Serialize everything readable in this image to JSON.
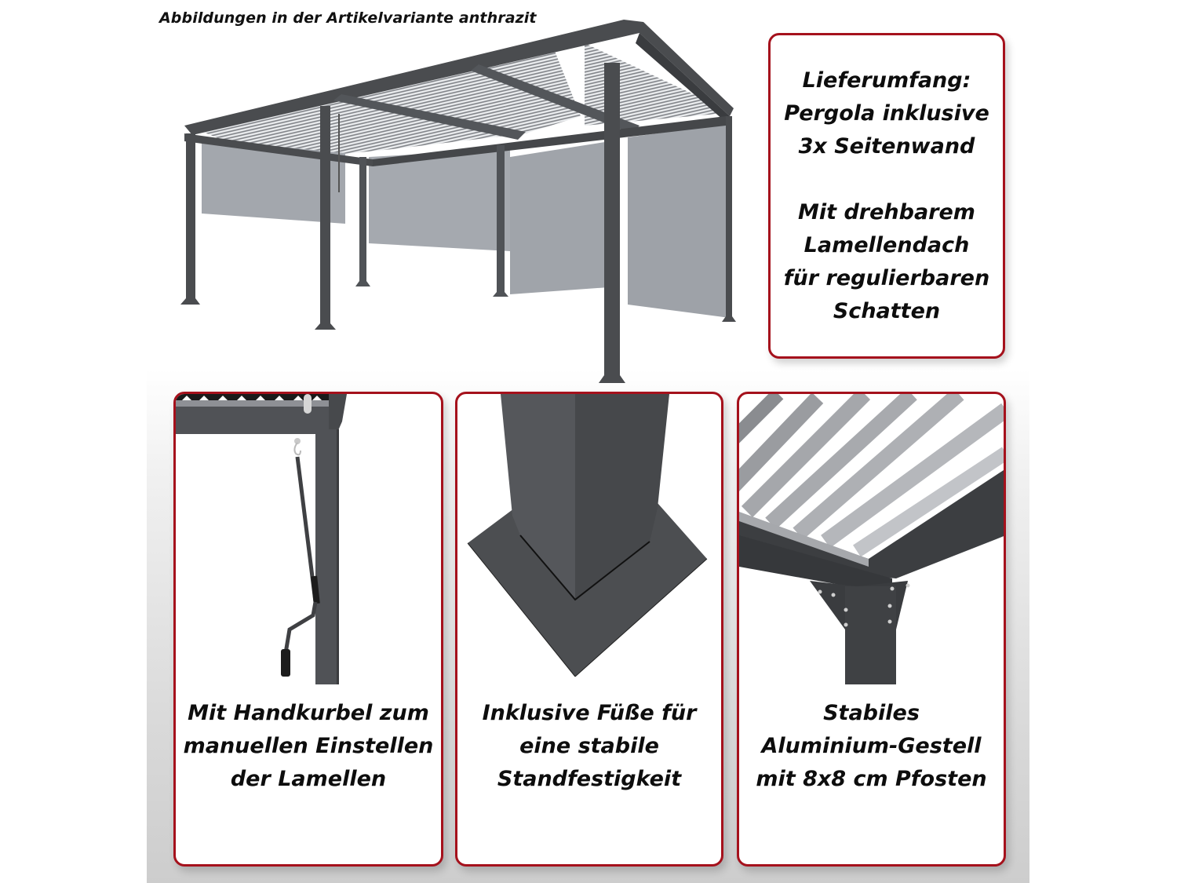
{
  "header": {
    "caption": "Abbildungen in der Artikelvariante anthrazit"
  },
  "hero_image": {
    "subject": "pergola-anthrazit-with-3-sidewalls",
    "frame_color": "#4a4c4f",
    "wall_color": "#a3a7ad",
    "louver_color": "#c9ccd0"
  },
  "info_box": {
    "lines_1": [
      "Lieferumfang:",
      "Pergola inklusive",
      "3x Seitenwand"
    ],
    "lines_2": [
      "Mit drehbarem",
      "Lamellendach",
      "für regulierbaren",
      "Schatten"
    ]
  },
  "feature_cards": [
    {
      "image": "hand-crank-detail",
      "lines": [
        "Mit Handkurbel zum",
        "manuellen Einstellen",
        "der Lamellen"
      ]
    },
    {
      "image": "post-foot-detail",
      "lines": [
        "Inklusive Füße für",
        "eine stabile",
        "Standfestigkeit"
      ]
    },
    {
      "image": "aluminium-frame-corner-detail",
      "lines": [
        "Stabiles",
        "Aluminium-Gestell",
        "mit 8x8 cm Pfosten"
      ]
    }
  ],
  "colors": {
    "card_border": "#a5111c",
    "text": "#0d0d0d",
    "anthracite": "#4a4c4f"
  }
}
